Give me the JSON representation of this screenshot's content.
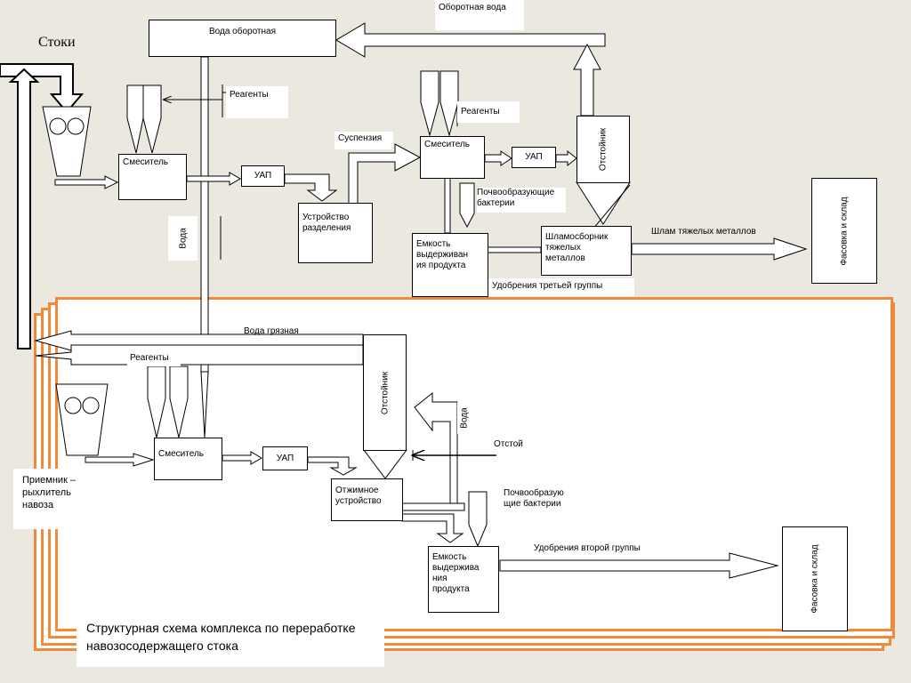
{
  "title": {
    "line1": "Структурная схема комплекса по переработке",
    "line2": "навозосодержащего стока"
  },
  "labels": {
    "stoki": "Стоки",
    "oborotnaya_voda_top": "Оборотная вода",
    "voda_oborotnaya_box": "Вода оборотная",
    "reagenty_1": "Реагенты",
    "reagenty_2": "Реагенты",
    "reagenty_3": "Реагенты",
    "smesitel_1": "Смеситель",
    "smesitel_2": "Смеситель",
    "smesitel_3": "Смеситель",
    "uap_1": "УАП",
    "uap_2": "УАП",
    "uap_3": "УАП",
    "suspenziya": "Суспензия",
    "ustroystvo_line1": "Устройство",
    "ustroystvo_line2": "разделения",
    "otstoynik_1": "Отстойник",
    "otstoynik_2": "Отстойник",
    "pochvo_1_line1": "Почвообразующие",
    "pochvo_1_line2": "бактерии",
    "emkost_1_line1": "Емкость",
    "emkost_1_line2": "выдерживан",
    "emkost_1_line3": "ия продукта",
    "shlamosbornik_line1": "Шламосборник",
    "shlamosbornik_line2": "тяжелых",
    "shlamosbornik_line3": "металлов",
    "shlam_tyazhelykh": "Шлам тяжелых металлов",
    "fasovka_1": "Фасовка и склад",
    "fasovka_2": "Фасовка и склад",
    "udobreniya_3": "Удобрения третьей группы",
    "voda_vertical": "Вода",
    "voda_gryaznaya": "Вода  грязная",
    "voda_small": "Вода",
    "otstoy": "Отстой",
    "otzhimnoe_line1": "Отжимное",
    "otzhimnoe_line2": "устройство",
    "pochvo_2_line1": "Почвообразую",
    "pochvo_2_line2": "щие бактерии",
    "udobreniya_2": "Удобрения второй группы",
    "emkost_2_line1": "Емкость",
    "emkost_2_line2": "выдержива",
    "emkost_2_line3": "ния",
    "emkost_2_line4": "продукта",
    "priemnik_line1": "Приемник –",
    "priemnik_line2": "рыхлитель",
    "priemnik_line3": "навоза"
  },
  "colors": {
    "background": "#ebe8df",
    "frame": "#f08a3a",
    "line": "#000000"
  }
}
